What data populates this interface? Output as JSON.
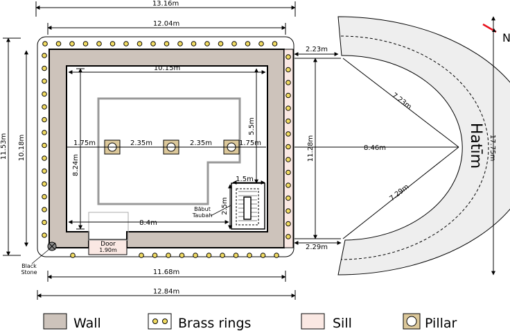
{
  "dimensions": {
    "top_outer": "13.16m",
    "top_inner": "12.04m",
    "inner_width": "10.15m",
    "left_outer": "11.53m",
    "left_inner": "10.18m",
    "inner_height": "8.24m",
    "pillar_gap_left": "1.75m",
    "pillar_gap_1": "2.35m",
    "pillar_gap_2": "2.35m",
    "pillar_gap_right": "1.75m",
    "right_vertical": "5.5m",
    "stair_width": "1.5m",
    "stair_height": "2.5m",
    "lower_inner": "8.4m",
    "door_width": "1.90m",
    "bottom_inner": "11.68m",
    "bottom_outer": "12.84m",
    "east_side": "11.28m",
    "gap_top": "2.23m",
    "gap_bottom": "2.29m",
    "radius_top": "7.23m",
    "radius_mid": "8.46m",
    "radius_bottom": "7.29m",
    "hatim_chord": "17.75m"
  },
  "labels": {
    "north": "N",
    "hatim": "Hatīm",
    "door": "Door",
    "babut_line1": "Bābut",
    "babut_line2": "Taubah",
    "black_stone_line1": "Black",
    "black_stone_line2": "Stone"
  },
  "legend": [
    {
      "label": "Wall"
    },
    {
      "label": "Brass rings"
    },
    {
      "label": "Sill"
    },
    {
      "label": "Pillar"
    }
  ],
  "colors": {
    "wall": "#cdc3bb",
    "ring": "#f2dc62",
    "sill": "#fae8e3",
    "pillar": "#dcc89a",
    "hatim": "#eeeeee",
    "north_arrow": "#e8101c"
  }
}
